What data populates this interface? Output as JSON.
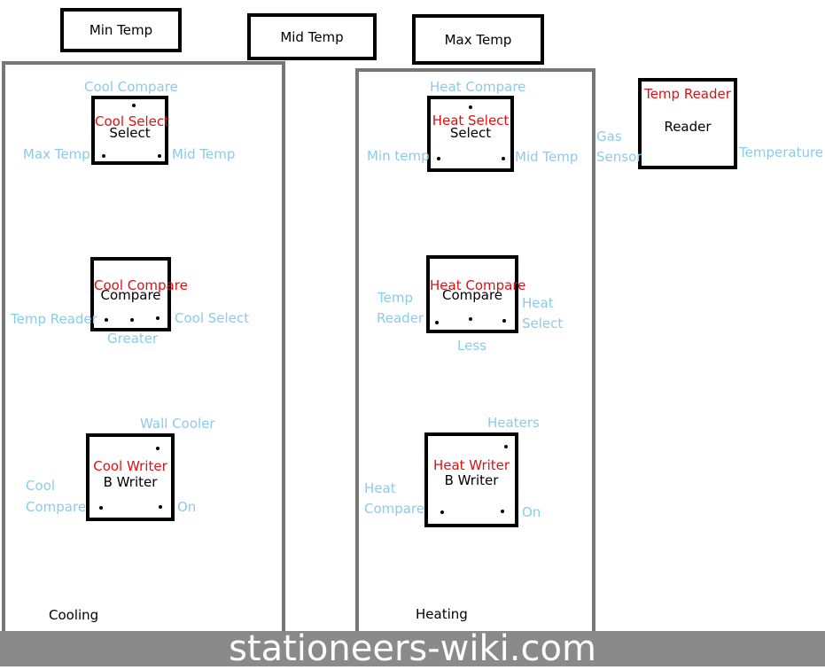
{
  "memories": {
    "min_temp": "Min Temp",
    "mid_temp": "Mid Temp",
    "max_temp": "Max Temp"
  },
  "cooling": {
    "group_label": "Cooling",
    "select": {
      "name": "Cool Select",
      "type": "Select",
      "top_input": "Cool Compare",
      "left_input": "Max Temp",
      "right_input": "Mid Temp"
    },
    "compare": {
      "name": "Cool Compare",
      "type": "Compare",
      "left_input": "Temp Reader",
      "right_input": "Cool Select",
      "output": "Greater"
    },
    "writer": {
      "name": "Cool Writer",
      "type": "B Writer",
      "top_output": "Wall Cooler",
      "left_input_line1": "Cool",
      "left_input_line2": "Compare",
      "right_input": "On"
    }
  },
  "heating": {
    "group_label": "Heating",
    "select": {
      "name": "Heat Select",
      "type": "Select",
      "top_input": "Heat Compare",
      "left_input": "Min temp",
      "right_input": "Mid Temp"
    },
    "compare": {
      "name": "Heat Compare",
      "type": "Compare",
      "left_input_line1": "Temp",
      "left_input_line2": "Reader",
      "right_input_line1": "Heat",
      "right_input_line2": "Select",
      "output": "Less"
    },
    "writer": {
      "name": "Heat Writer",
      "type": "B Writer",
      "top_output": "Heaters",
      "left_input_line1": "Heat",
      "left_input_line2": "Compare",
      "right_input": "On"
    }
  },
  "reader": {
    "name": "Temp Reader",
    "type": "Reader",
    "left_input_line1": "Gas",
    "left_input_line2": "Sensor",
    "right_output": "Temperature"
  },
  "footer": {
    "watermark": "stationeers-wiki.com"
  }
}
